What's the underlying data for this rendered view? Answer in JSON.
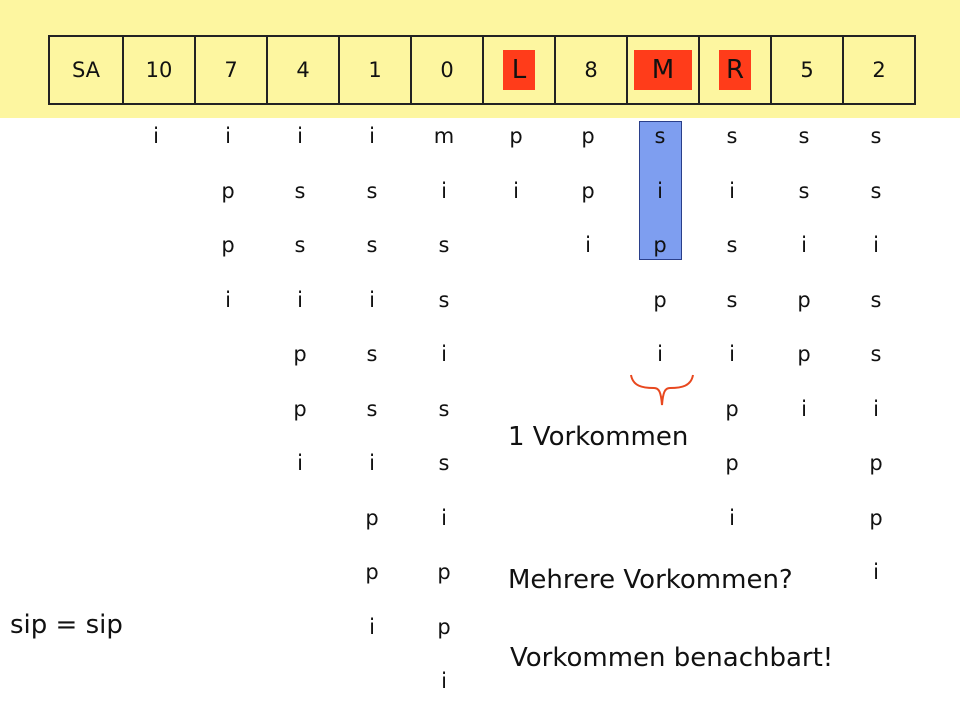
{
  "header": {
    "cells": [
      {
        "label": "SA"
      },
      {
        "label": "10"
      },
      {
        "label": "7"
      },
      {
        "label": "4"
      },
      {
        "label": "1"
      },
      {
        "label": "0"
      },
      {
        "label": "L",
        "highlight": true
      },
      {
        "label": "8"
      },
      {
        "label": "M",
        "highlight": true
      },
      {
        "label": "R",
        "highlight": true
      },
      {
        "label": "5"
      },
      {
        "label": "2"
      }
    ]
  },
  "suffix_columns": [
    {
      "chars": [
        "i"
      ]
    },
    {
      "chars": [
        "i",
        "p",
        "p",
        "i"
      ]
    },
    {
      "chars": [
        "i",
        "s",
        "s",
        "i",
        "p",
        "p",
        "i"
      ]
    },
    {
      "chars": [
        "i",
        "s",
        "s",
        "i",
        "s",
        "s",
        "i",
        "p",
        "p",
        "i"
      ]
    },
    {
      "chars": [
        "m",
        "i",
        "s",
        "s",
        "i",
        "s",
        "s",
        "i",
        "p",
        "p",
        "i"
      ]
    },
    {
      "chars": [
        "p",
        "i"
      ]
    },
    {
      "chars": [
        "p",
        "p",
        "i"
      ]
    },
    {
      "chars": [
        "s",
        "i",
        "p",
        "p",
        "i"
      ]
    },
    {
      "chars": [
        "s",
        "i",
        "s",
        "s",
        "i",
        "p",
        "p",
        "i"
      ]
    },
    {
      "chars": [
        "s",
        "s",
        "i",
        "p",
        "p",
        "i"
      ]
    },
    {
      "chars": [
        "s",
        "s",
        "i",
        "s",
        "s",
        "i",
        "p",
        "p",
        "i"
      ]
    }
  ],
  "highlight_color": "#ff3c1a",
  "match_color": "#7e9ef0",
  "band_color": "#fdf6a0",
  "notes": {
    "one_occurrence": "1 Vorkommen",
    "multiple": "Mehrere Vorkommen?",
    "adjacent": "Vorkommen benachbart!",
    "query": "sip = sip"
  }
}
